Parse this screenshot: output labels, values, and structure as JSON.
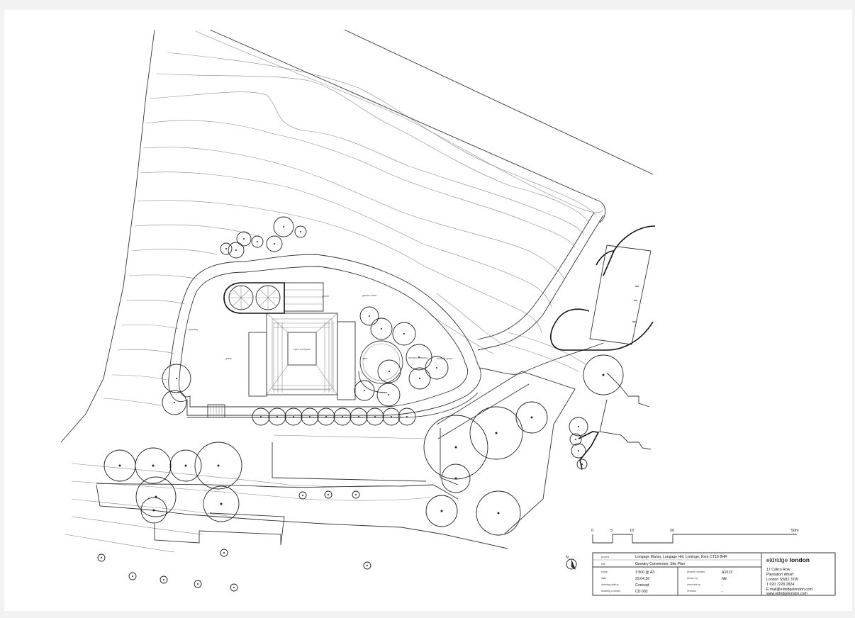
{
  "drawing": {
    "scale_ticks": [
      "0",
      "5",
      "10",
      "20",
      "50m"
    ],
    "labels": {
      "courtyard": "open courtyard",
      "grass": "grass",
      "planting": "planting",
      "gravel": "gravel",
      "garden_store": "garden store",
      "meadow_planting": "meadow planting",
      "lawn": "lawn",
      "amenity": "amenity grass",
      "north": "N"
    }
  },
  "title_block": {
    "project_key": "project",
    "project": "Longage Manor, Longage Hill, Lyminge, Kent CT18 8HR",
    "title_key": "title",
    "title": "Granary Conversion, Site Plan",
    "scale_key": "scale",
    "scale": "1:500 @ A3",
    "date_key": "date",
    "date": "29.04.26",
    "status_key": "drawing status",
    "status": "Concept",
    "number_key": "drawing number",
    "number": "CD 002",
    "project_no_key": "project number",
    "project_no": "A1513",
    "drawn_key": "drawn by",
    "drawn": "NE",
    "checked_key": "checked by",
    "checked": "-",
    "revision_key": "revision",
    "revision": "-",
    "firm_regular": "eldridge",
    "firm_bold": "london",
    "address1": "17 Calico Row",
    "address2": "Plantation Wharf",
    "address3": "London SW11 3TW",
    "tel": "T  020 7228 2824",
    "email": "E  mail@eldridgelondon.com",
    "web": "www.eldridgelondon.com"
  }
}
